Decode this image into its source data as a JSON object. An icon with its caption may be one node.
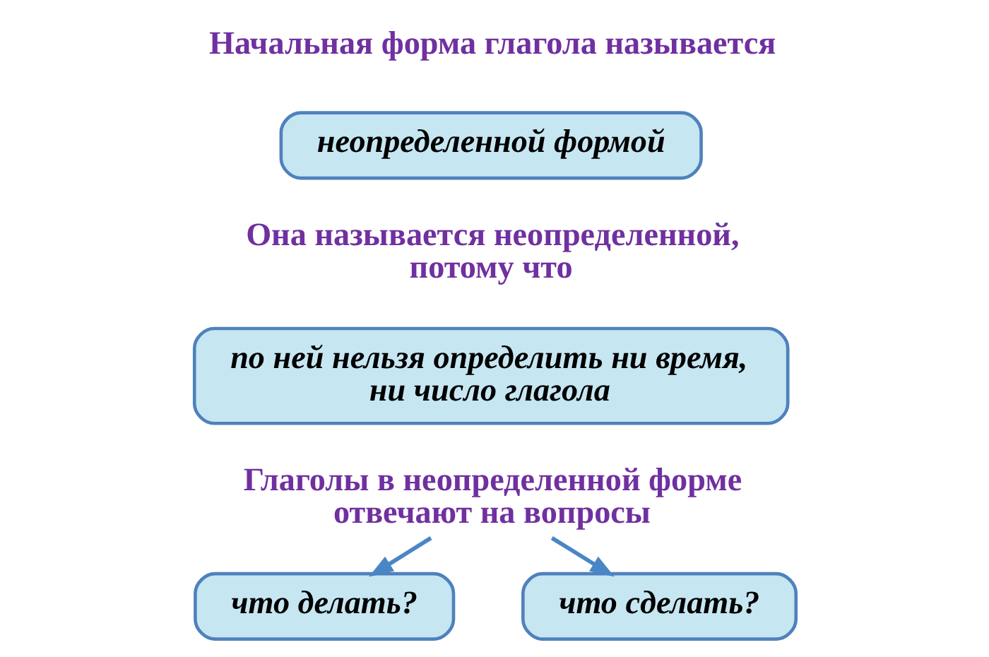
{
  "diagram": {
    "nodes": [
      {
        "text": [
          "неопределенной формой"
        ]
      },
      {
        "text": [
          "по ней нельзя определить ни время, ни число глагола"
        ]
      },
      {
        "text": [
          "Глаголы в неопределенной форме отвечают на вопросы"
        ]
      },
      {
        "text": [
          "что делать?"
        ]
      },
      {
        "text": [
          "что сделать?"
        ]
      }
    ],
    "edges": [
      {
        "from": 2,
        "to": 3,
        "arrow": "to"
      },
      {
        "from": 2,
        "to": 4,
        "arrow": "to"
      }
    ],
    "labels": [
      "Начальная форма глагола называется",
      "Она называется неопределенной, потому что"
    ]
  }
}
